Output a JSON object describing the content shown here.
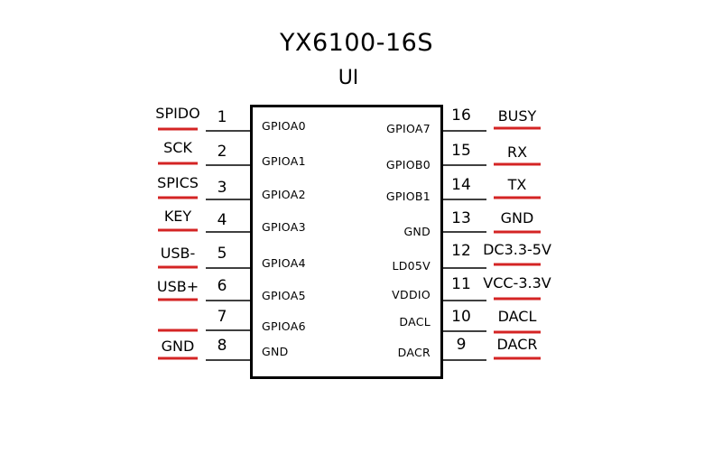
{
  "title": "YX6100-16S",
  "subtitle": "UI",
  "colors": {
    "underline": "#d42424",
    "line": "#000000"
  },
  "left_pins": [
    {
      "number": "1",
      "inner": "GPIOA0",
      "signal": "SPIDO"
    },
    {
      "number": "2",
      "inner": "GPIOA1",
      "signal": "SCK"
    },
    {
      "number": "3",
      "inner": "GPIOA2",
      "signal": "SPICS"
    },
    {
      "number": "4",
      "inner": "GPIOA3",
      "signal": "KEY"
    },
    {
      "number": "5",
      "inner": "GPIOA4",
      "signal": "USB-"
    },
    {
      "number": "6",
      "inner": "GPIOA5",
      "signal": "USB+"
    },
    {
      "number": "7",
      "inner": "GPIOA6",
      "signal": ""
    },
    {
      "number": "8",
      "inner": "GND",
      "signal": "GND"
    }
  ],
  "right_pins": [
    {
      "number": "16",
      "inner": "GPIOA7",
      "signal": "BUSY"
    },
    {
      "number": "15",
      "inner": "GPIOB0",
      "signal": "RX"
    },
    {
      "number": "14",
      "inner": "GPIOB1",
      "signal": "TX"
    },
    {
      "number": "13",
      "inner": "GND",
      "signal": "GND"
    },
    {
      "number": "12",
      "inner": "LD05V",
      "signal": "DC3.3-5V"
    },
    {
      "number": "11",
      "inner": "VDDIO",
      "signal": "VCC-3.3V"
    },
    {
      "number": "10",
      "inner": "DACL",
      "signal": "DACL"
    },
    {
      "number": "9",
      "inner": "DACR",
      "signal": "DACR"
    }
  ]
}
